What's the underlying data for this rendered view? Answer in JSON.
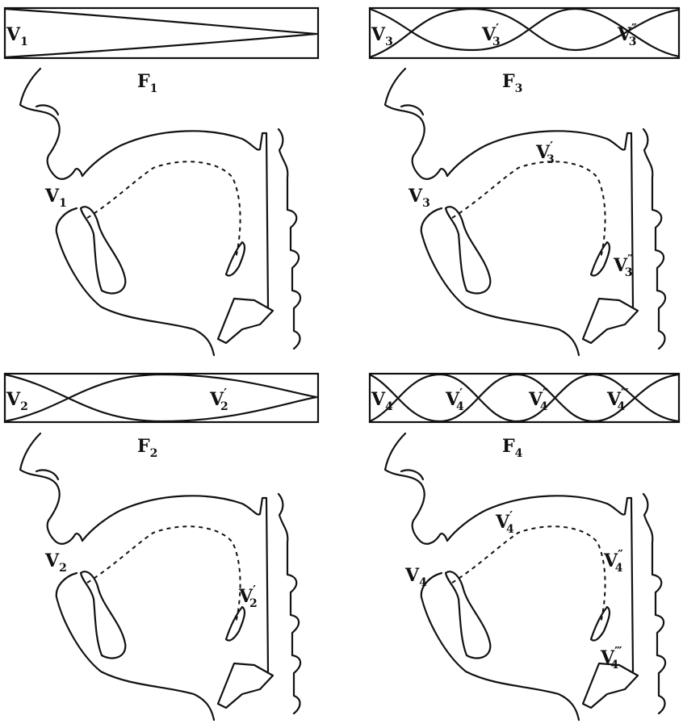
{
  "figures": [
    {
      "id": "F1",
      "caption": "F",
      "caption_sub": "1",
      "labels": [
        {
          "base": "V",
          "sub": "1",
          "prime": ""
        }
      ]
    },
    {
      "id": "F2",
      "caption": "F",
      "caption_sub": "2",
      "labels": [
        {
          "base": "V",
          "sub": "2",
          "prime": ""
        },
        {
          "base": "V",
          "sub": "2",
          "prime": "′"
        }
      ]
    },
    {
      "id": "F3",
      "caption": "F",
      "caption_sub": "3",
      "labels": [
        {
          "base": "V",
          "sub": "3",
          "prime": ""
        },
        {
          "base": "V",
          "sub": "3",
          "prime": "′"
        },
        {
          "base": "V",
          "sub": "3",
          "prime": "″"
        }
      ]
    },
    {
      "id": "F4",
      "caption": "F",
      "caption_sub": "4",
      "labels": [
        {
          "base": "V",
          "sub": "4",
          "prime": ""
        },
        {
          "base": "V",
          "sub": "4",
          "prime": "′"
        },
        {
          "base": "V",
          "sub": "4",
          "prime": "″"
        },
        {
          "base": "V",
          "sub": "4",
          "prime": "‴"
        }
      ]
    }
  ]
}
